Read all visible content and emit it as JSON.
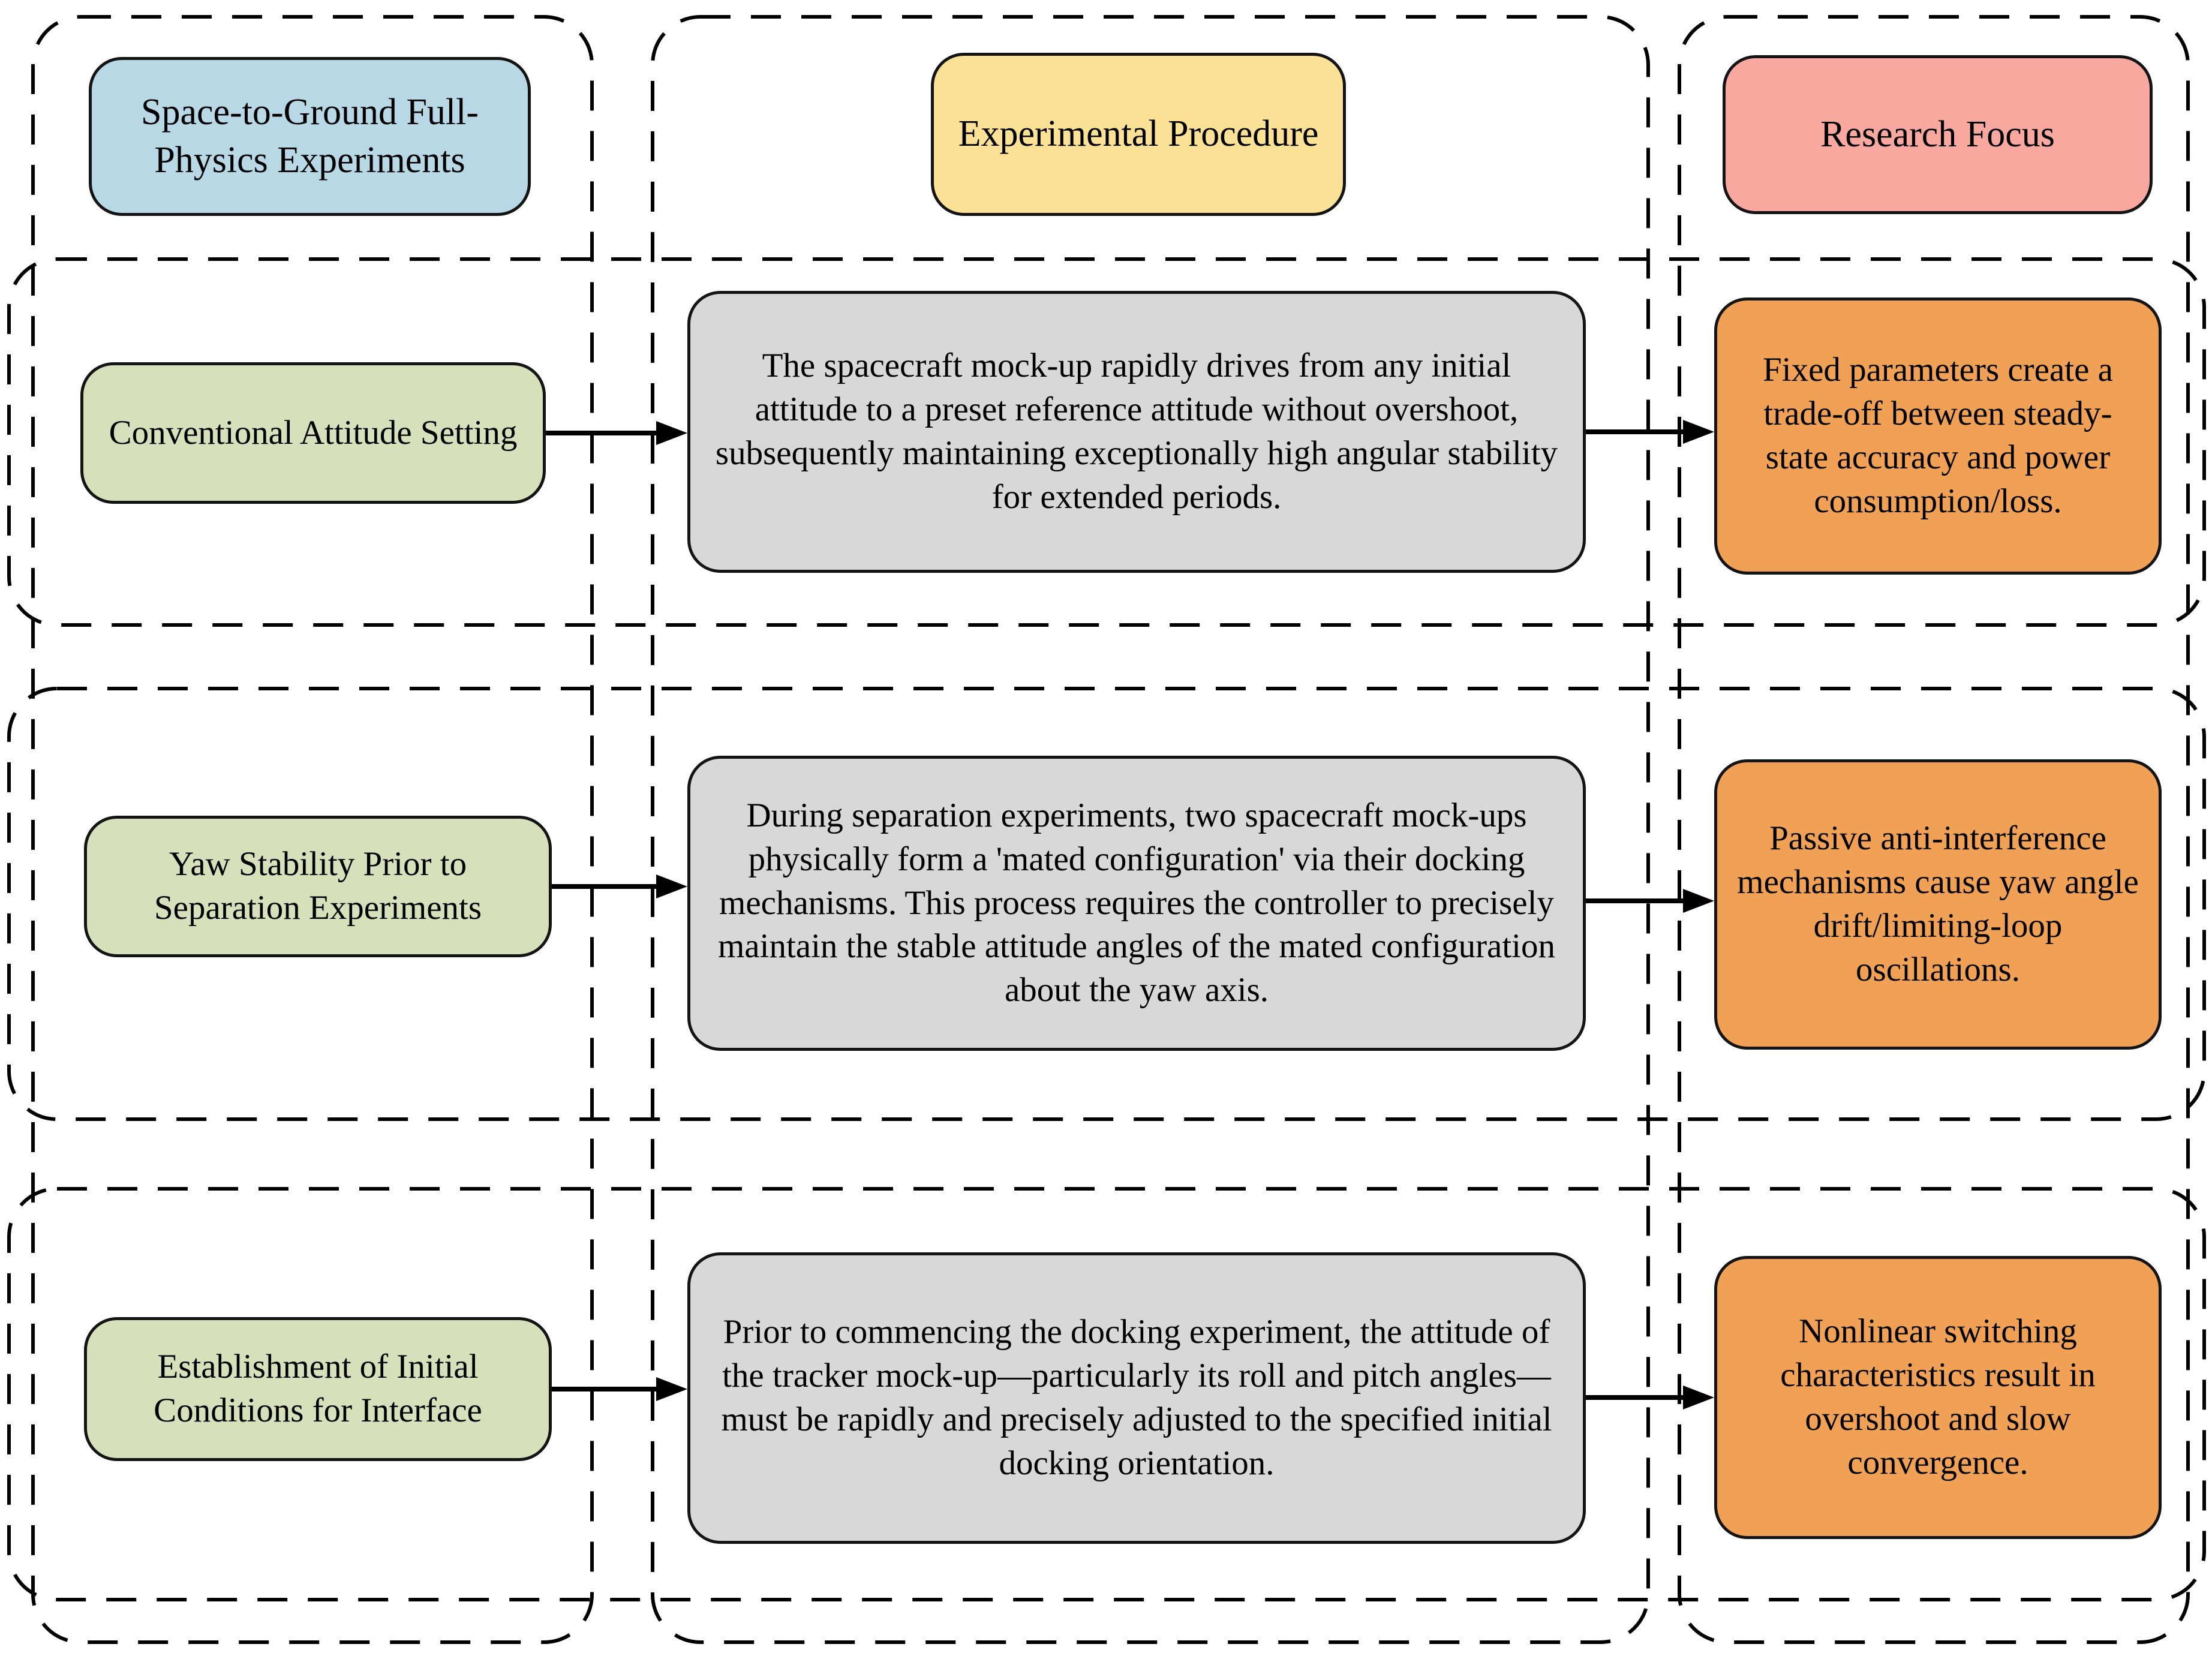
{
  "diagram": {
    "columns": [
      {
        "id": "experiments",
        "header": "Space-to-Ground Full-Physics Experiments",
        "color_key": "blue"
      },
      {
        "id": "procedure",
        "header": "Experimental Procedure",
        "color_key": "yellow"
      },
      {
        "id": "focus",
        "header": "Research Focus",
        "color_key": "pink"
      }
    ],
    "rows": [
      {
        "experiment": "Conventional Attitude Setting",
        "procedure": "The spacecraft mock-up rapidly drives from any initial attitude to a preset reference attitude without overshoot, subsequently maintaining exceptionally high angular stability for extended periods.",
        "focus": "Fixed parameters create a trade-off between steady-state accuracy and power consumption/loss."
      },
      {
        "experiment": "Yaw Stability Prior to Separation Experiments",
        "procedure": "During separation experiments, two spacecraft mock-ups physically form a 'mated configuration' via their docking mechanisms. This process requires the controller to precisely maintain the stable attitude angles of the mated configuration about the yaw axis.",
        "focus": "Passive anti-interference mechanisms cause yaw angle drift/limiting-loop oscillations."
      },
      {
        "experiment": "Establishment of Initial Conditions for Interface",
        "procedure": "Prior to commencing the docking experiment, the attitude of the tracker mock-up—particularly its roll and pitch angles—must be rapidly and precisely adjusted to the specified initial docking orientation.",
        "focus": "Nonlinear switching characteristics result in overshoot and slow convergence."
      }
    ],
    "colors": {
      "blue": "#b7d8e4",
      "yellow": "#fbe196",
      "pink": "#f9a89f",
      "green": "#d6e1bb",
      "gray": "#d8d8d8",
      "orange": "#f0a155",
      "line": "#000000"
    }
  }
}
